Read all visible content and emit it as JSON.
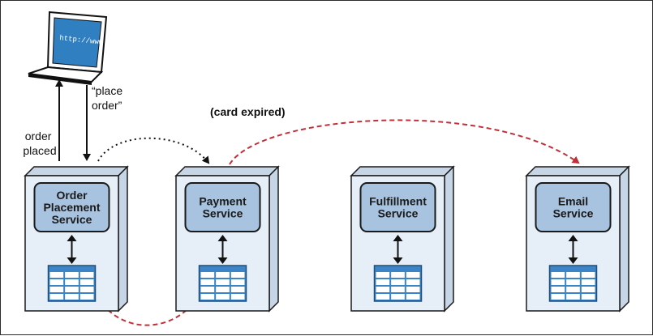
{
  "services": [
    {
      "lines": [
        "Order",
        "Placement",
        "Service"
      ]
    },
    {
      "lines": [
        "Payment",
        "Service"
      ]
    },
    {
      "lines": [
        "Fulfillment",
        "Service"
      ]
    },
    {
      "lines": [
        "Email",
        "Service"
      ]
    }
  ],
  "laptop": {
    "screen_text": "http://www"
  },
  "labels": {
    "order_placed": [
      "order",
      "placed"
    ],
    "place_order": [
      "“place",
      "order”"
    ],
    "card_expired": "(card expired)"
  },
  "colors": {
    "box_fill": "#e6eef7",
    "box_side": "#c7d6e6",
    "inner_fill": "#a7c3df",
    "table_fill": "#3a84c7",
    "error_arrow": "#c0303a",
    "outline": "#1a1a1a"
  }
}
